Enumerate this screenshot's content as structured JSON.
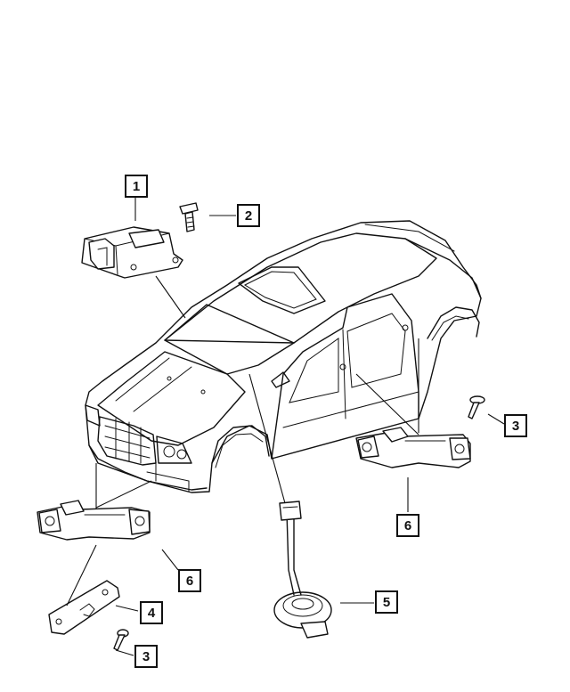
{
  "callouts": {
    "c1": "1",
    "c2": "2",
    "c3a": "3",
    "c3b": "3",
    "c4": "4",
    "c5": "5",
    "c6a": "6",
    "c6b": "6"
  }
}
